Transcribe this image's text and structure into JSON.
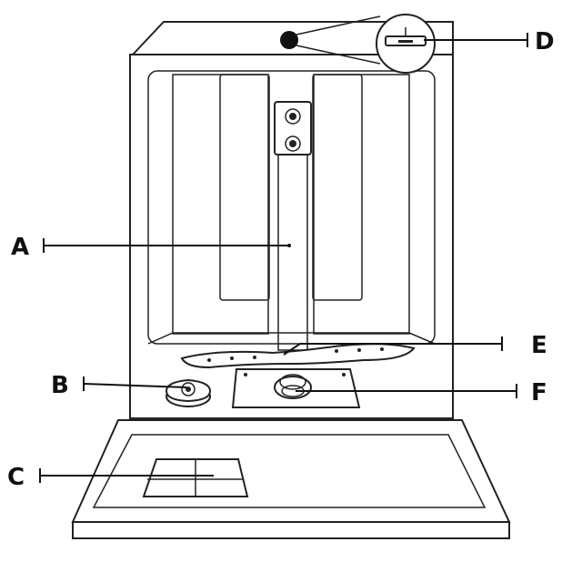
{
  "figure": {
    "callouts": [
      {
        "id": "A",
        "label": "A"
      },
      {
        "id": "B",
        "label": "B"
      },
      {
        "id": "C",
        "label": "C"
      },
      {
        "id": "D",
        "label": "D"
      },
      {
        "id": "E",
        "label": "E"
      },
      {
        "id": "F",
        "label": "F"
      }
    ]
  }
}
